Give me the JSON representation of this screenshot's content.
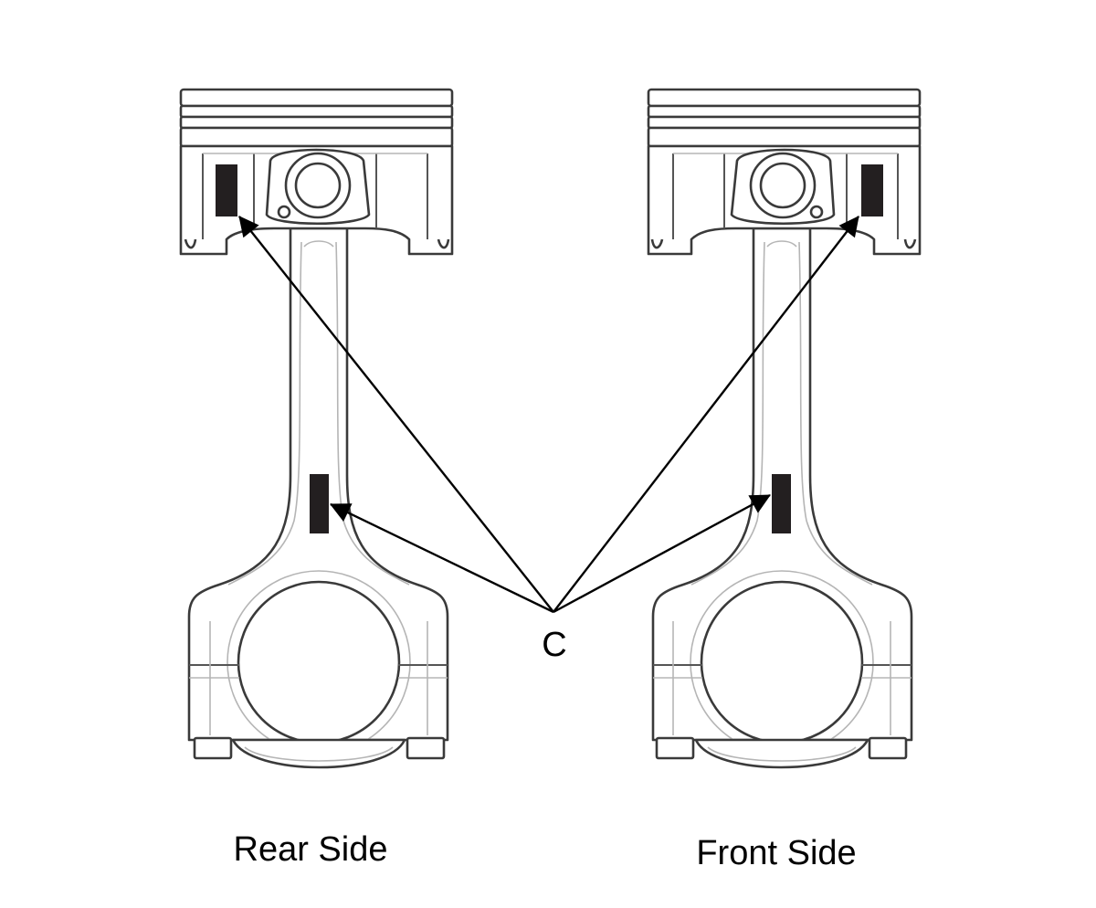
{
  "labels": {
    "callout": "C",
    "rear": "Rear Side",
    "front": "Front Side"
  },
  "colors": {
    "outline": "#3a3a3a",
    "mark": "#231f20",
    "arrow": "#000000"
  }
}
